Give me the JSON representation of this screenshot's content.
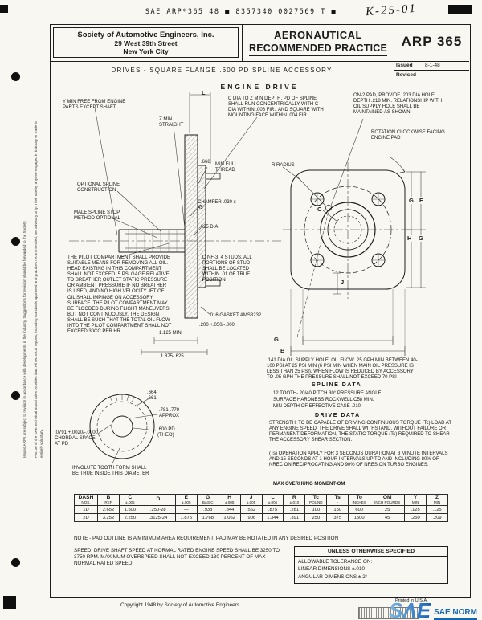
{
  "scan": {
    "code_line": "SAE ARP*365 48 ■ 8357340 0027569 T ■",
    "handwritten": "K-25-01"
  },
  "header": {
    "org_name": "Society of Automotive Engineers, Inc.",
    "org_addr1": "29 West 39th Street",
    "org_addr2": "New York City",
    "doc_type_line1": "AERONAUTICAL",
    "doc_type_line2": "RECOMMENDED PRACTICE",
    "doc_number": "ARP 365",
    "title": "DRIVES - SQUARE FLANGE .600 PD SPLINE ACCESSORY",
    "issued_label": "Issued",
    "issued_date": "8-1-48",
    "revised_label": "Revised",
    "revised_date": ""
  },
  "drawing": {
    "view_title": "ENGINE DRIVE",
    "labels": {
      "y_min": "Y MIN FREE FROM ENGINE PARTS EXCEPT SHAFT",
      "dim_l": "L",
      "z_min": "Z MIN STRAIGHT",
      "c_dia_note": "C DIA TO Z MIN DEPTH. PD OF SPLINE SHALL RUN CONCENTRICALLY WITH C DIA WITHIN .006 FIR., AND SQUARE WITH MOUNTING FACE WITHIN .004 FIR",
      "pad2_note": "ON-2 PAD, PROVIDE .203 DIA HOLE, DEPTH .218 MIN. RELATIONSHIP WITH OIL SUPPLY HOLE SHALL BE MAINTAINED AS SHOWN",
      "rotation_note": "ROTATION CLOCKWISE FACING ENGINE PAD",
      "thread_668": ".668",
      "thread_note": "MIN FULL THREAD",
      "r_radius": "R RADIUS",
      "optional_spline": "OPTIONAL SPLINE CONSTRUCTION",
      "chamfer": "CHAMFER .030 x 45°",
      "male_stop": "MALE SPLINE STOP METHOD OPTIONAL",
      "dia_625": ".625 DIA",
      "pilot_note": "THE PILOT COMPARTMENT SHALL PROVIDE SUITABLE MEANS FOR REMOVING ALL OIL. HEAD EXISTING IN THIS COMPARTMENT SHALL NOT EXCEED .5 PSI GAGE RELATIVE TO BREATHER OUTLET STATIC PRESSURE OR AMBIENT PRESSURE IF NO BREATHER IS USED, AND NO HIGH VELOCITY JET OF OIL SHALL IMPINGE ON ACCESSORY SURFACE. THE PILOT COMPARTMENT MAY BE FLOODED DURING FLIGHT MANEUVERS BUT NOT CONTINUOUSLY. THE DESIGN SHALL BE SUCH THAT THE TOTAL OIL FLOW INTO THE PILOT COMPARTMENT SHALL NOT EXCEED 30CC PER HR",
      "studs_note": "D NF-3, 4 STUDS. ALL PORTIONS OF STUD SHALL BE LOCATED WITHIN .01 OF TRUE POSITION",
      "gasket": ".016 GASKET AMS3232",
      "dim_200": ".200 +.050/-.000",
      "dim_1125": "1.125 MIN",
      "dim_1875": "1.875-.625",
      "oil_note": ".141 DIA OIL SUPPLY HOLE, OIL FLOW .25 GPH MIN BETWEEN 40-100 PSI AT 25 PSI MIN (6 PSI MIN WHEN MAIN OIL PRESSURE IS LESS THAN 25 PSI). WHEN FLOW IS REDUCED BY ACCESSORY TO .05 GPH THE PRESSURE SHALL NOT EXCEED 70 PSI",
      "d664": ".664 .661",
      "approx": ".781 .779 APPROX",
      "d600": ".600 PD (THEO)",
      "chordal": ".0791 +.0020/-.0000 CHORDAL SPACE AT PD",
      "involute": "INVOLUTE TOOTH FORM SHALL BE TRUE INSIDE THIS DIAMETER"
    },
    "dims": {
      "c": "C",
      "g1": "G",
      "e": "E",
      "h": "H",
      "g2": "G",
      "j": "J",
      "g3": "G",
      "b": "B"
    }
  },
  "spline_data": {
    "heading": "SPLINE DATA",
    "line1": "12 TOOTH- 20/40 PITCH   30° PRESSURE ANGLE",
    "line2": "SURFACE HARDNESS ROCKWELL C58 MIN.",
    "line3": "MIN DEPTH OF EFFECTIVE CASE .010"
  },
  "drive_data": {
    "heading": "DRIVE DATA",
    "strength": "STRENGTH: TO BE CAPABLE OF DRIVING CONTINUOUS TORQUE (Tc) LOAD AT ANY ENGINE SPEED. THE DRIVE SHALL WITHSTAND, WITHOUT FAILURE OR PERMANENT DEFORMATION, THE STATIC TORQUE (Ts) REQUIRED TO SHEAR THE ACCESSORY SHEAR SECTION.",
    "ts_note": "(Ts) OPERATION APPLY FOR 3 SECONDS DURATION AT 3 MINUTE INTERVALS AND 15 SECONDS AT 1 HOUR INTERVALS UP TO AND INCLUDING 80% OF NREC ON RECIPROCATING AND 90% OF NRES ON TURBO ENGINES.",
    "moment": "MAX OVERHUNG MOMENT-OM"
  },
  "table": {
    "headers": [
      {
        "l1": "DASH",
        "l2": "NOS."
      },
      {
        "l1": "B",
        "l2": "REF"
      },
      {
        "l1": "C",
        "l2": "±.005"
      },
      {
        "l1": "D",
        "l2": ""
      },
      {
        "l1": "E",
        "l2": "±.005"
      },
      {
        "l1": "G",
        "l2": "BASIC"
      },
      {
        "l1": "H",
        "l2": "±.005"
      },
      {
        "l1": "J",
        "l2": "±.005"
      },
      {
        "l1": "L",
        "l2": "±.005"
      },
      {
        "l1": "R",
        "l2": "±.010"
      },
      {
        "l1": "Tc",
        "l2": "POUND"
      },
      {
        "l1": "Ts",
        "l2": "-"
      },
      {
        "l1": "To",
        "l2": "INCHES"
      },
      {
        "l1": "OM",
        "l2": "INCH POUNDS"
      },
      {
        "l1": "Y",
        "l2": "MIN"
      },
      {
        "l1": "Z",
        "l2": "MIN"
      }
    ],
    "rows": [
      [
        "1D",
        "2.652",
        "1.500",
        ".250-28",
        "—",
        ".938",
        ".844",
        ".562",
        ".875",
        ".281",
        "100",
        "150",
        "600",
        "25",
        ".125",
        ".125"
      ],
      [
        "2D",
        "3.252",
        "2.250",
        ".3125-24",
        "1.875",
        "1.768",
        "1.062",
        ".906",
        "1.344",
        ".391",
        "250",
        "375",
        "1500",
        "45",
        ".250",
        ".209"
      ]
    ]
  },
  "notes": {
    "pad_note": "NOTE - PAD OUTLINE IS A MINIMUM AREA REQUIREMENT. PAD MAY BE ROTATED IN ANY DESIRED POSITION",
    "speed_note": "SPEED: DRIVE SHAFT SPEED AT NORMAL RATED ENGINE SPEED SHALL BE 3250 TO 3750 RPM. MAXIMUM OVERSPEED SHALL NOT EXCEED 130 PERCENT OF MAX NORMAL RATED SPEED"
  },
  "tolerance_box": {
    "title": "UNLESS OTHERWISE SPECIFIED",
    "line1": "ALLOWABLE TOLERANCE ON:",
    "line2": "LINEAR DIMENSIONS  ±.010",
    "line3": "ANGULAR DIMENSIONS ± 2°"
  },
  "footer": {
    "copyright": "Copyright 1948 by Society of Automotive Engineers",
    "printed": "Printed in U.S.A."
  },
  "watermark": {
    "logo": "SΛE",
    "text": "SAE NORM"
  },
  "margin": {
    "note1": "Issued ARPs are subject to revision in accordance with developments in the industry. Suggestions for revision should be forwarded to the Society.",
    "note2": "Par. 30 of the SAE Technical Board rules provides that: All technical reports, including standards approved and practices recommended, are advisory only. Their use by anyone engaged in industry or trade is entirely voluntary."
  }
}
